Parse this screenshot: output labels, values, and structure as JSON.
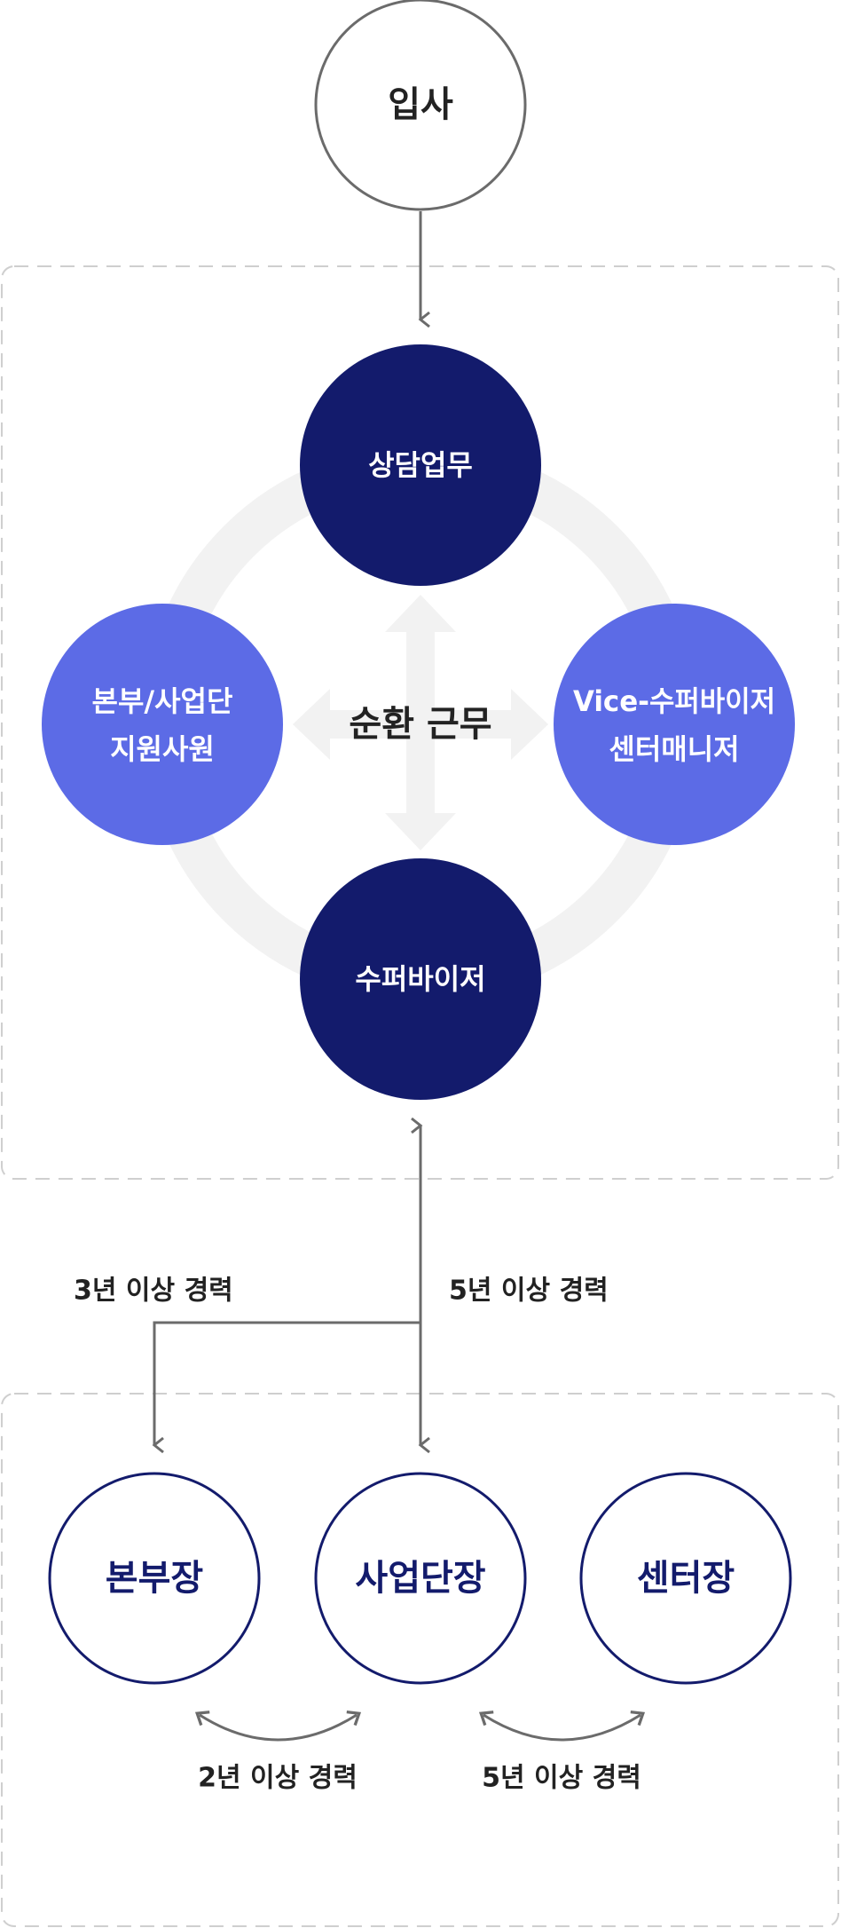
{
  "nodes": {
    "entry": "입사",
    "counseling": "상담업무",
    "support_line1": "본부/사업단",
    "support_line2": "지원사원",
    "vice_line1": "Vice-수퍼바이저",
    "vice_line2": "센터매니저",
    "supervisor": "수퍼바이저"
  },
  "rotation_label": "순환 근무",
  "experience": {
    "to_hq_head": "3년 이상 경력",
    "to_business_head": "5년 이상 경력",
    "hq_business_swap": "2년 이상 경력",
    "business_center_swap": "5년 이상 경력"
  },
  "positions": {
    "hq_head": "본부장",
    "business_head": "사업단장",
    "center_head": "센터장"
  },
  "colors": {
    "navy": "#131b6c",
    "periwinkle": "#5c6be6",
    "gray_stroke": "#6b6b6b",
    "ring": "#f2f2f2",
    "dashed_border": "#cfcfcf"
  }
}
